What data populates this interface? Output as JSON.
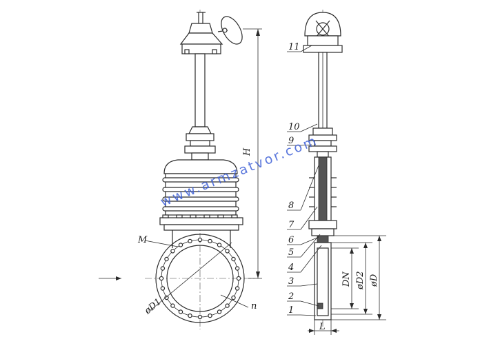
{
  "watermark": "www.armzatvor.com",
  "front_view": {
    "labels": {
      "M": "M",
      "H": "H",
      "D1": "øD1",
      "n": "n"
    }
  },
  "side_view": {
    "parts": [
      "1",
      "2",
      "3",
      "4",
      "5",
      "6",
      "7",
      "8",
      "9",
      "10",
      "11"
    ],
    "dimensions": {
      "DN": "DN",
      "D2": "øD2",
      "D": "øD",
      "L": "L"
    }
  }
}
